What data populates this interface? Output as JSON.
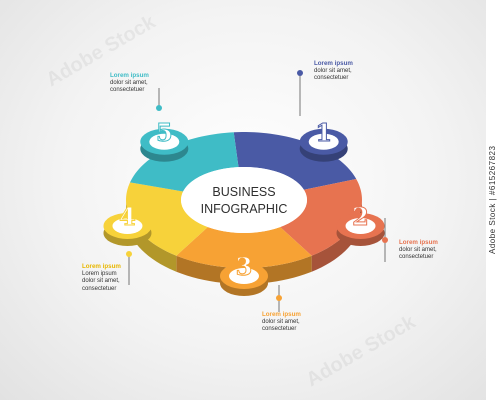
{
  "center": {
    "line1": "BUSINESS",
    "line2": "INFOGRAPHIC"
  },
  "colors": {
    "step1": "#4a5aa5",
    "step2": "#e77350",
    "step3": "#f7a234",
    "step4": "#f7d23a",
    "step5": "#3fbcc6"
  },
  "steps": [
    {
      "number": "1",
      "title": "Lorem ipsum",
      "body": "dolor sit amet,\nconsectetuer"
    },
    {
      "number": "2",
      "title": "Lorem ipsum",
      "body": "dolor sit amet,\nconsectetuer"
    },
    {
      "number": "3",
      "title": "Lorem ipsum",
      "body": "dolor sit amet,\nconsectetuer"
    },
    {
      "number": "4",
      "title": "Lorem ipsum",
      "body": "Lorem ipsum\ndolor sit amet,\nconsectetuer"
    },
    {
      "number": "5",
      "title": "Lorem ipsum",
      "body": "dolor sit amet,\nconsectetuer"
    }
  ],
  "stock": {
    "watermark": "Adobe Stock",
    "id": "#615267823"
  }
}
